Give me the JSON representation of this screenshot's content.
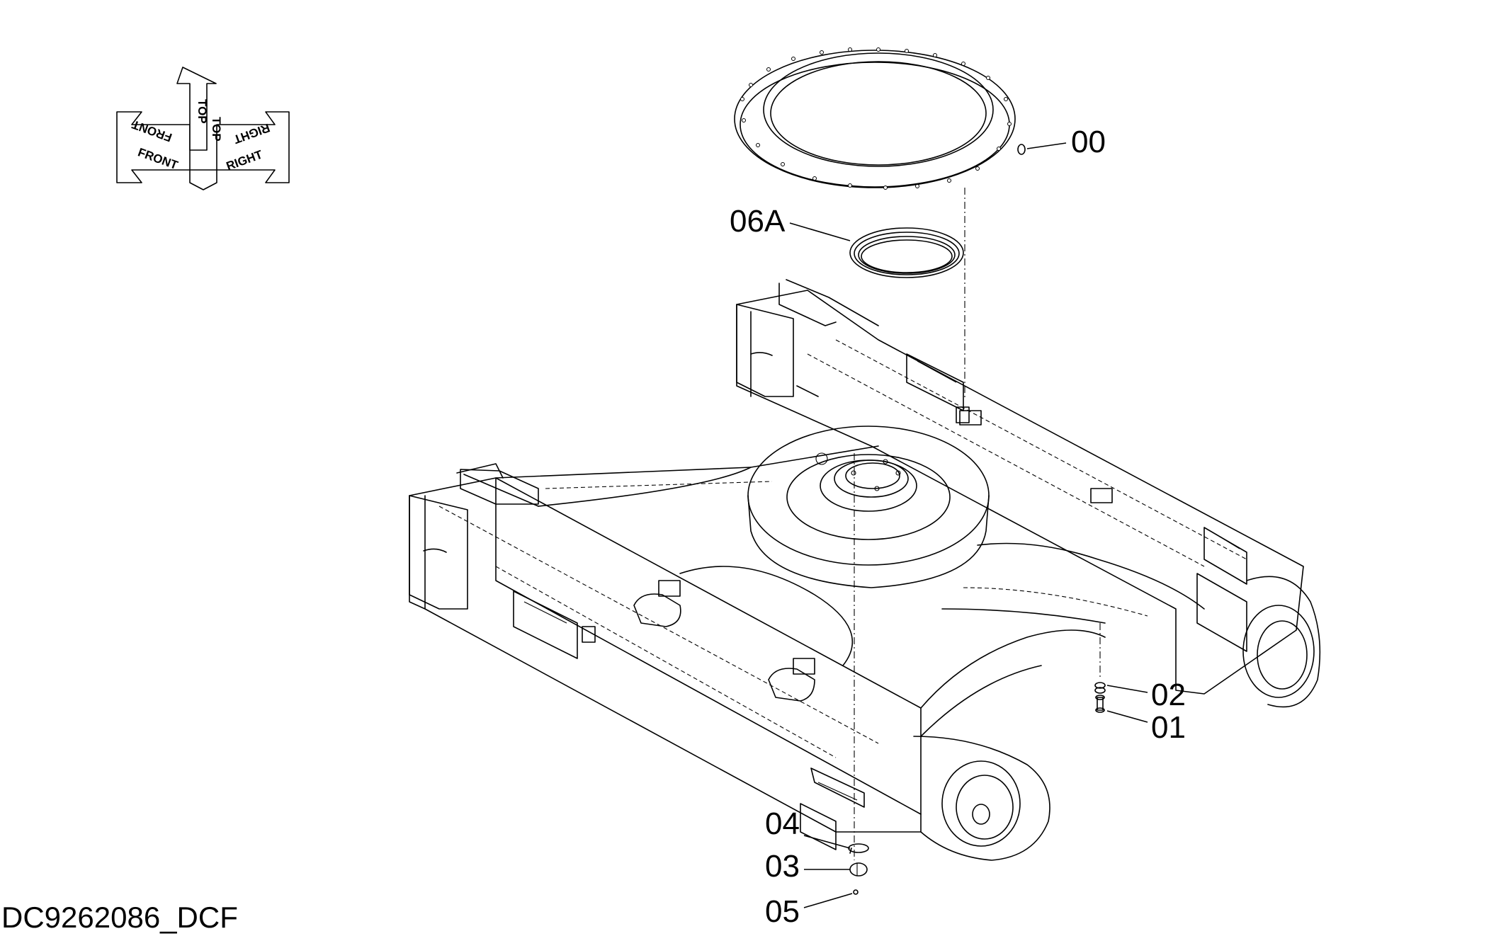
{
  "drawing_code": "DC9262086_DCF",
  "orientation": {
    "front": "FRONT",
    "top": "TOP",
    "right": "RIGHT"
  },
  "callouts": {
    "c00": "00",
    "c06a": "06A",
    "c02": "02",
    "c01": "01",
    "c04": "04",
    "c03": "03",
    "c05": "05"
  }
}
